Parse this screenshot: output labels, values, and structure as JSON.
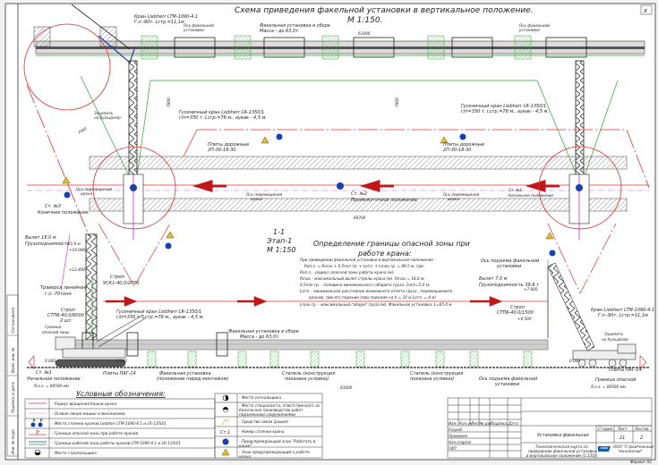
{
  "title_plan": "Схема приведения факельной установки в вертикальное положение.",
  "scale_plan": "М 1:150.",
  "close_label": "x",
  "plan": {
    "crane_ltm": [
      "Кран Liebherr LTM-1090-4.1",
      "Г.п.-90т. Lстр.=11,1м"
    ],
    "torch_assembled": [
      "Факельная установка в сборе",
      "Масса - до 63,0т."
    ],
    "torch_axis": [
      "Ось факельной",
      "установки"
    ],
    "anchor": [
      "Зацепить",
      "на бульдозер"
    ],
    "crawler_crane": [
      "Гусеничный кран Liebherr LR-1350/1",
      "г/п=350 т. Lстр.=78 м., ауеак - 4,5 м."
    ],
    "road_plates": [
      "Плиты дорожные",
      "2П-30-18-30"
    ],
    "move_axis": [
      "Ось перемещения",
      "крана"
    ],
    "st3": [
      "Ст. №3",
      "Конечное положение"
    ],
    "st2": [
      "Ст. №2",
      "Промежуточное положение"
    ],
    "st1": [
      "Ст. №1",
      "Начальное положение"
    ],
    "dims": [
      "7000",
      "7000",
      "7000",
      "61000",
      "60700",
      "6300"
    ]
  },
  "section": {
    "title": [
      "1-1",
      "Этап-1",
      "М 1:150"
    ],
    "reach_left": [
      "Вылет 18.0 м",
      "Грузоподъемность",
      "71.0 м"
    ],
    "marks_left": [
      "+19.000",
      "+12.400"
    ],
    "sling_top": [
      "Строп",
      "УСК1-40,0/2000"
    ],
    "traverse": [
      "Траверса линейная",
      "г.п.-70тонн"
    ],
    "sling_left": [
      "Строп",
      "СТП6-40,0/6000",
      "2 шт."
    ],
    "danger_border": [
      "Граница",
      "опасной зоны"
    ],
    "crawler_crane": [
      "Гусеничный кран Liebherr LR-1350/1",
      "г/п=350 т. Lстр.=78 м., ауеак - 4,5 м."
    ],
    "torch_assembled": [
      "Факельная установка в сборе",
      "Масса - до 63,0т."
    ],
    "torch_axis_lift": [
      "Ось подъема факельной",
      "установки"
    ],
    "reach_right": [
      "Вылет 7.0 м",
      "Грузоподъемность 39.9 т",
      "+7.000"
    ],
    "sling_right": [
      "Строп",
      "СТП6-40,0/1500",
      "+9.500"
    ],
    "crane_ltm": [
      "Кран Liebherr LTM-1090-4.1",
      "Г.п.-90т. Lстр.=11,1м"
    ],
    "anchor": [
      "Зацепить",
      "на бульдозер"
    ],
    "level": "0.000",
    "st1": [
      "Ст. №1",
      "Начальное положение"
    ],
    "plates": "Плиты ПАГ-14",
    "torch_before": [
      "Факельная установка",
      "(положение перед монтажом)"
    ],
    "stands": [
      "Стапель (конструкция",
      "показана условно)"
    ],
    "abs_mark": "Я.о.з. = 89500 мм",
    "danger_border_right": "Граница опасной",
    "dim_bottom": "63000"
  },
  "calc": {
    "title": [
      "Определение границы опасной зоны при",
      "работе крана:"
    ],
    "lines": [
      "При приведении факельной установки в вертикальное положение :",
      "Rоп.з. = Rmax + 0,5min гр. + Lотл. + Lmax гр. = 89,5 м, где:",
      "Rоп.з. - радиус опасной зоны работы крана (м);",
      "Rmax - максимальный вылет стрелы крана (м). Rmax = 18,0 м;",
      "0,5min гр. - половина минимального габарита груза. 1min=5,0 м;",
      "Lотл. - минимальное расстояние возможного отлета груза , перемещаемого",
      "краном, при его падении (при подъеме на h = 10 м Lотл. = 4 м)",
      "Lmax гр. - максимальный габарит груза (м). Факельная установка, L=65.0 м"
    ]
  },
  "legend": {
    "title": "Условные обозначения:",
    "left": [
      "- Радиус вращения башни крана",
      "- Осевая линия машин и механизмов",
      "- Место стоянки кранов Liebherr LTM-1090-4.1 и LR-1350/1",
      "- Граница опасной зоны при работе кранов",
      "- Граница рабочей зоны работы кранов LTM-1090-4.1 и LR-1350/1",
      "- Место стропольщика"
    ],
    "right": [
      "- Место сигнальщика",
      "- Место специалиста, ответственного за безопасное производство работ подъемными сооружениями",
      "- Средство связи (рация)",
      "- Номер стоянки крана",
      "- Предупреждающий знак \"Работать в каске\"",
      "- Знак предупреждающий о работе крана"
    ],
    "st_symbol": "Ст.1"
  },
  "stamp": {
    "headers": [
      "Изм.",
      "Кол.уч.",
      "Лист",
      "№ док.",
      "Подпись",
      "Дата"
    ],
    "roles": [
      "Разраб.",
      "Проверил",
      "Нач.отдела",
      "ГИП"
    ],
    "object": "Установка факельная",
    "stage_headers": [
      "Стадия",
      "Лист",
      "Листов"
    ],
    "sheet": "21",
    "sheets": "2",
    "doc_title": [
      "Технологическая карта на",
      "приведение факельной установки",
      "в вертикальное положение (1:150)"
    ],
    "company": [
      "ООО \"Строительные",
      "технологии\""
    ],
    "format": "Формат А3"
  },
  "side_stamp": [
    "Взам. инв. №",
    "Подпись и дата",
    "Инв. № подл.",
    "Согласовано"
  ],
  "colors": {
    "red": "#e03030",
    "green": "#2aa12a",
    "blue": "#1a3fb0",
    "magenta": "#d020d0",
    "hatch": "#555555"
  }
}
